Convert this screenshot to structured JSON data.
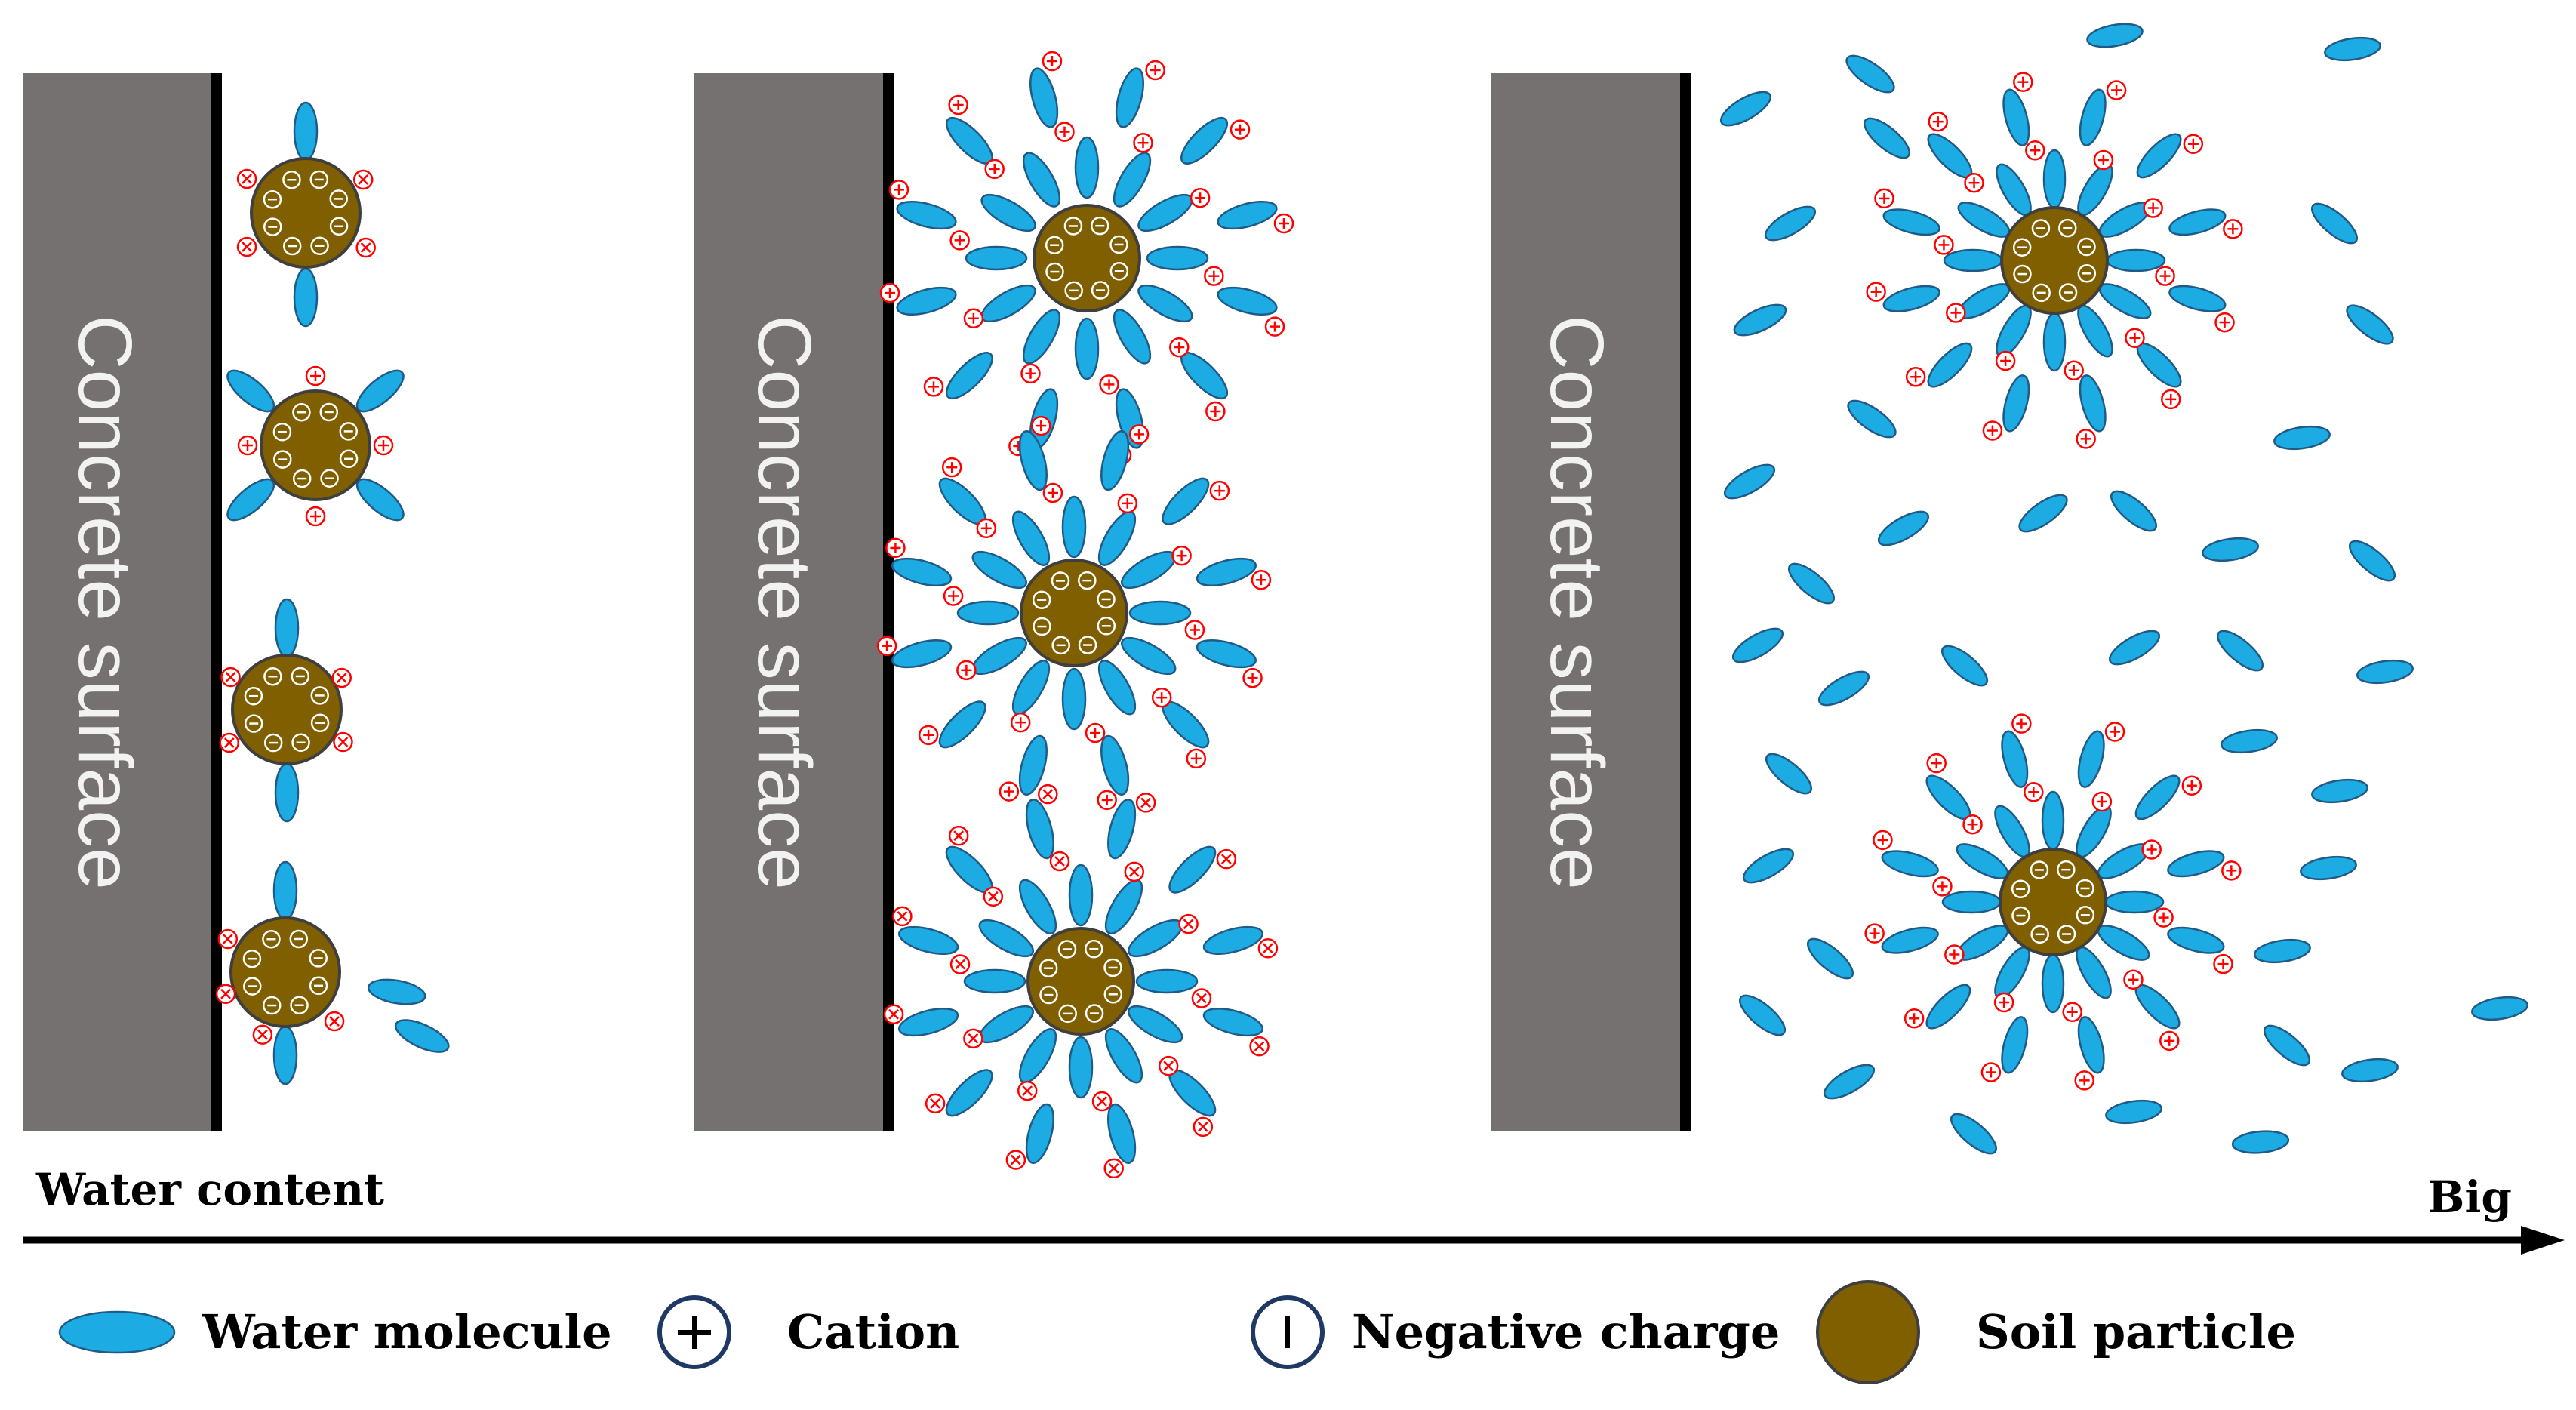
{
  "panels": [
    {
      "wall_label": "Concrete surface"
    },
    {
      "wall_label": "Concrete surface"
    },
    {
      "wall_label": "Concrete surface"
    }
  ],
  "axis": {
    "label": "Water content",
    "end_label": "Big"
  },
  "legend": [
    {
      "label": "Water molecule",
      "icon": "water-molecule-icon"
    },
    {
      "label": "Cation",
      "icon": "cation-icon"
    },
    {
      "label": "Negative charge",
      "icon": "negative-charge-icon"
    },
    {
      "label": "Soil particle",
      "icon": "soil-particle-icon"
    }
  ],
  "colors": {
    "wall": "#767171",
    "water": "#1cabe2",
    "soil": "#7f5f00",
    "cation": "#ff0000",
    "legend_ring": "#203864"
  }
}
